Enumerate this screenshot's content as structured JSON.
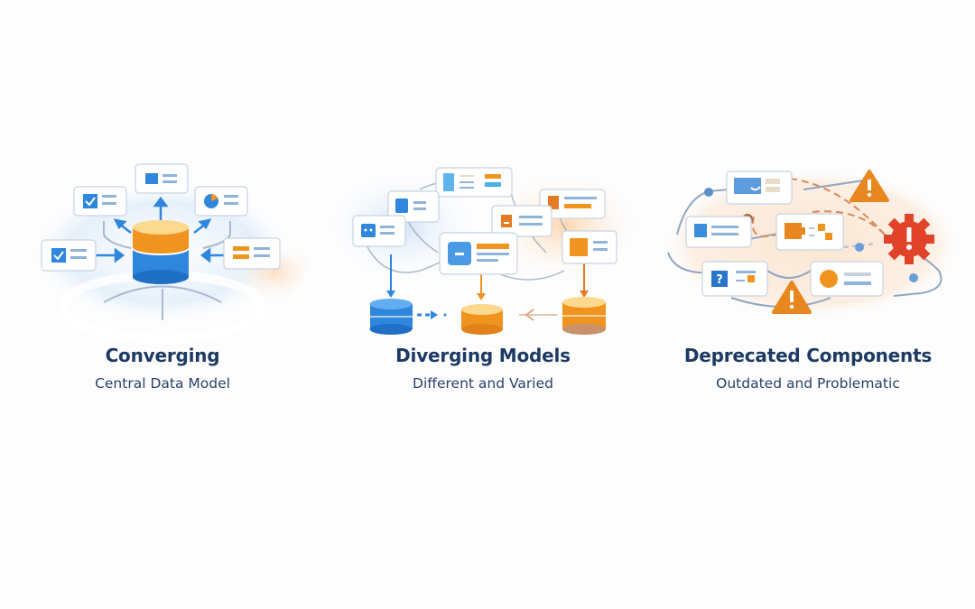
{
  "colors": {
    "blue": "#2f86dd",
    "orange": "#f0941f",
    "red": "#e0432a",
    "navy": "#1c3a63",
    "line": "#8fa6c2"
  },
  "panels": [
    {
      "title": "Converging",
      "subtitle": "Central Data Model",
      "icons": [
        "database-icon",
        "checkbox-card-icon",
        "chart-card-icon",
        "list-card-icon",
        "arrow-icon"
      ]
    },
    {
      "title": "Diverging Models",
      "subtitle": "Different and Varied",
      "icons": [
        "database-icon",
        "card-icon",
        "arrow-icon"
      ]
    },
    {
      "title": "Deprecated Components",
      "subtitle": "Outdated and Problematic",
      "icons": [
        "warning-icon",
        "error-gear-icon",
        "question-icon",
        "card-icon"
      ]
    }
  ]
}
